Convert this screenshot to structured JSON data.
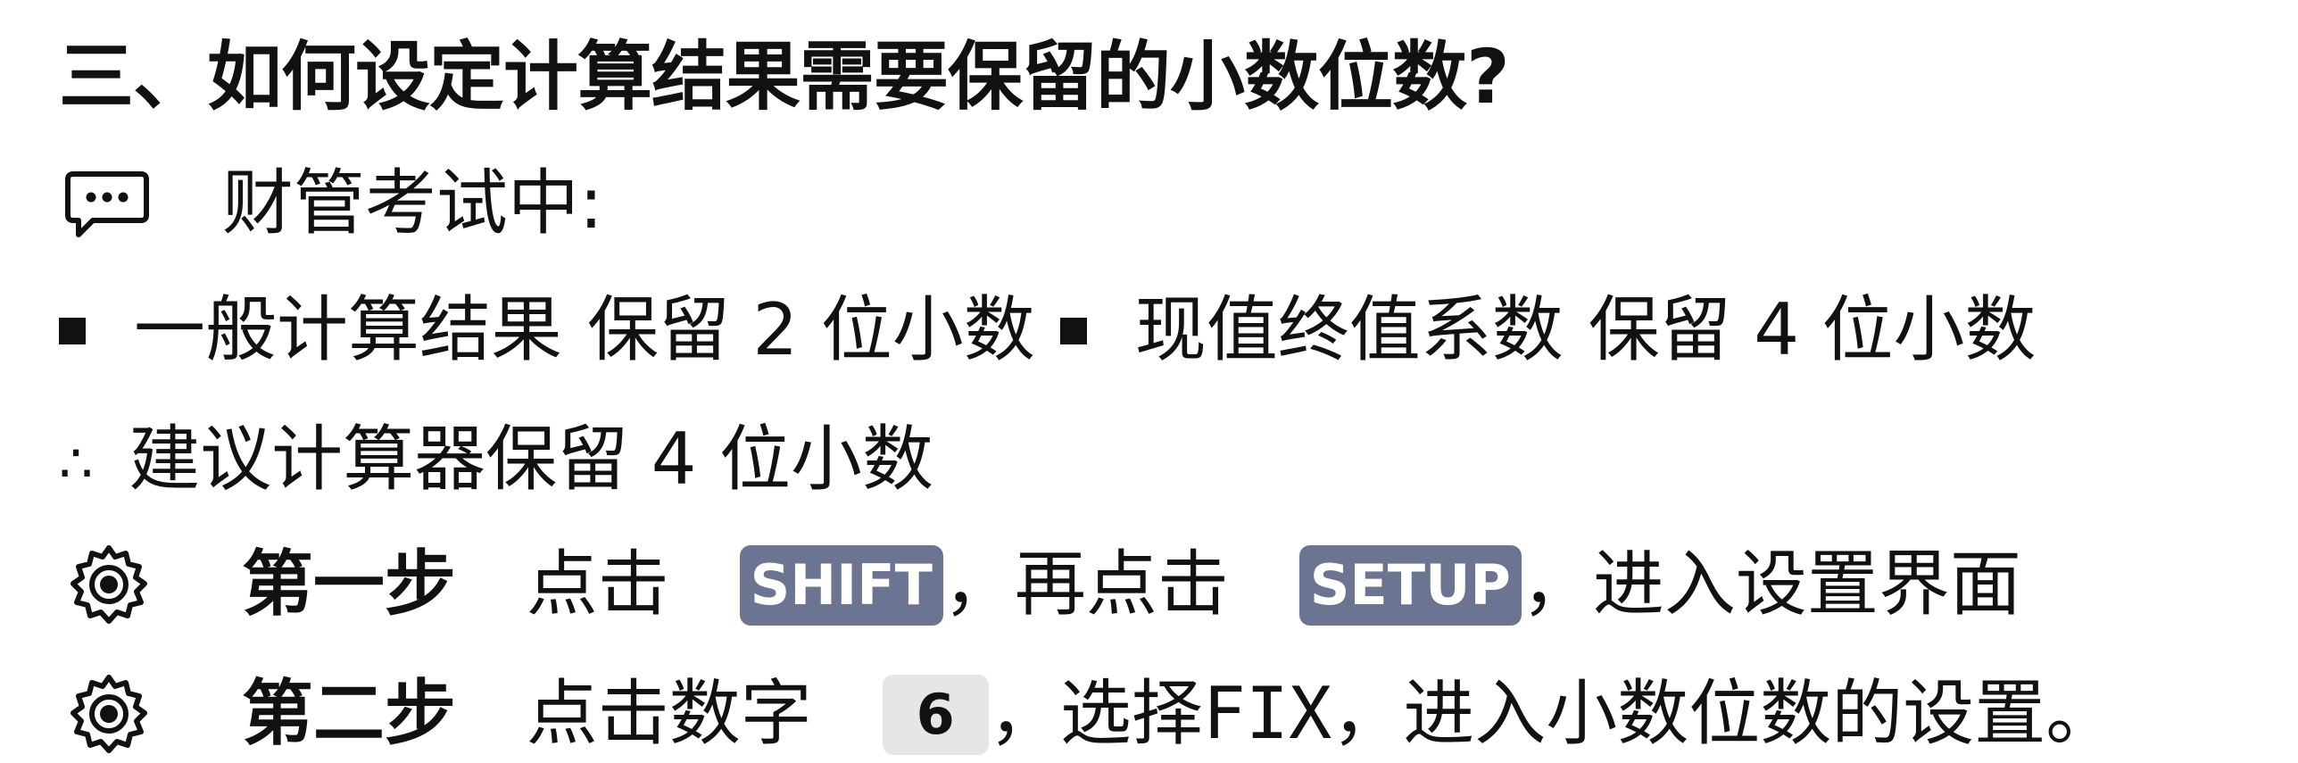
{
  "heading": "三、如何设定计算结果需要保留的小数位数?",
  "note": {
    "icon": "speech-bubble-icon",
    "text": "财管考试中:"
  },
  "rules": [
    {
      "item": "一般计算结果",
      "requirement": "保留 2 位小数"
    },
    {
      "item": "现值终值系数",
      "requirement": "保留 4 位小数"
    }
  ],
  "conclusion": {
    "symbol": "∴",
    "text": "建议计算器保留 4 位小数"
  },
  "steps": [
    {
      "icon": "gear-icon",
      "label": "第一步",
      "text_before": "点击",
      "key1": "SHIFT",
      "text_middle": "，再点击",
      "key2": "SETUP",
      "text_after": "，进入设置界面"
    },
    {
      "icon": "gear-icon",
      "label": "第二步",
      "text_before": "点击数字",
      "key": "6",
      "text_middle": "，选择",
      "mode": "FIX",
      "text_after": "，进入小数位数的设置。"
    }
  ],
  "colors": {
    "key_dark": "#6b7592",
    "key_light": "#e6e6e6",
    "text": "#111111"
  }
}
